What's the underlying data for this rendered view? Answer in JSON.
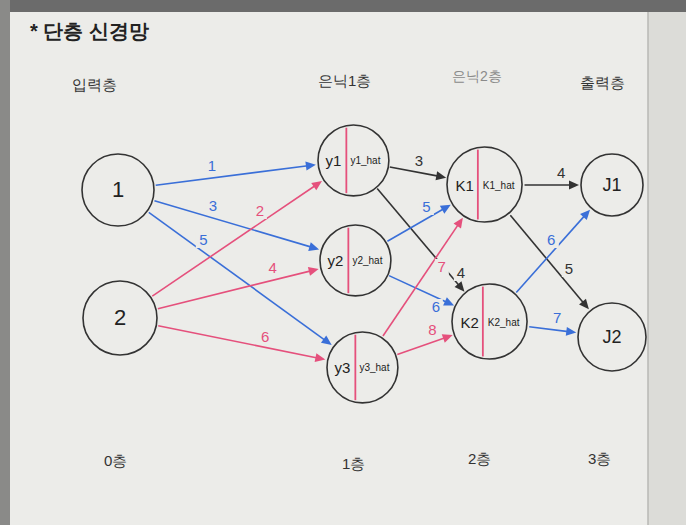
{
  "diagram": {
    "title": "* 단층 신경망",
    "nodes": [
      {
        "text": [
          "1"
        ]
      },
      {
        "text": [
          "2"
        ]
      },
      {
        "text": [
          "y1",
          "y1_hat"
        ]
      },
      {
        "text": [
          "y2",
          "y2_hat"
        ]
      },
      {
        "text": [
          "y3",
          "y3_hat"
        ]
      },
      {
        "text": [
          "K1",
          "K1_hat"
        ]
      },
      {
        "text": [
          "K2",
          "K2_hat"
        ]
      },
      {
        "text": [
          "J1"
        ]
      },
      {
        "text": [
          "J2"
        ]
      }
    ],
    "edges": [
      {
        "from": 0,
        "to": 2,
        "arrow": "to",
        "label": "1"
      },
      {
        "from": 0,
        "to": 3,
        "arrow": "to",
        "label": "3"
      },
      {
        "from": 0,
        "to": 4,
        "arrow": "to",
        "label": "5"
      },
      {
        "from": 1,
        "to": 2,
        "arrow": "to",
        "label": "2"
      },
      {
        "from": 1,
        "to": 3,
        "arrow": "to",
        "label": "4"
      },
      {
        "from": 1,
        "to": 4,
        "arrow": "to",
        "label": "6"
      },
      {
        "from": 2,
        "to": 5,
        "arrow": "to",
        "label": "3"
      },
      {
        "from": 2,
        "to": 6,
        "arrow": "to",
        "label": "4"
      },
      {
        "from": 3,
        "to": 5,
        "arrow": "to",
        "label": "5"
      },
      {
        "from": 3,
        "to": 6,
        "arrow": "to",
        "label": "6"
      },
      {
        "from": 4,
        "to": 5,
        "arrow": "to",
        "label": "7"
      },
      {
        "from": 4,
        "to": 6,
        "arrow": "to",
        "label": "8"
      },
      {
        "from": 5,
        "to": 7,
        "arrow": "to",
        "label": "4"
      },
      {
        "from": 5,
        "to": 8,
        "arrow": "to",
        "label": "5"
      },
      {
        "from": 6,
        "to": 7,
        "arrow": "to",
        "label": "6"
      },
      {
        "from": 6,
        "to": 8,
        "arrow": "to",
        "label": "7"
      }
    ],
    "labels": [
      "입력층",
      "은닉1층",
      "은닉2층",
      "출력층",
      "0층",
      "1층",
      "2층",
      "3층"
    ]
  }
}
